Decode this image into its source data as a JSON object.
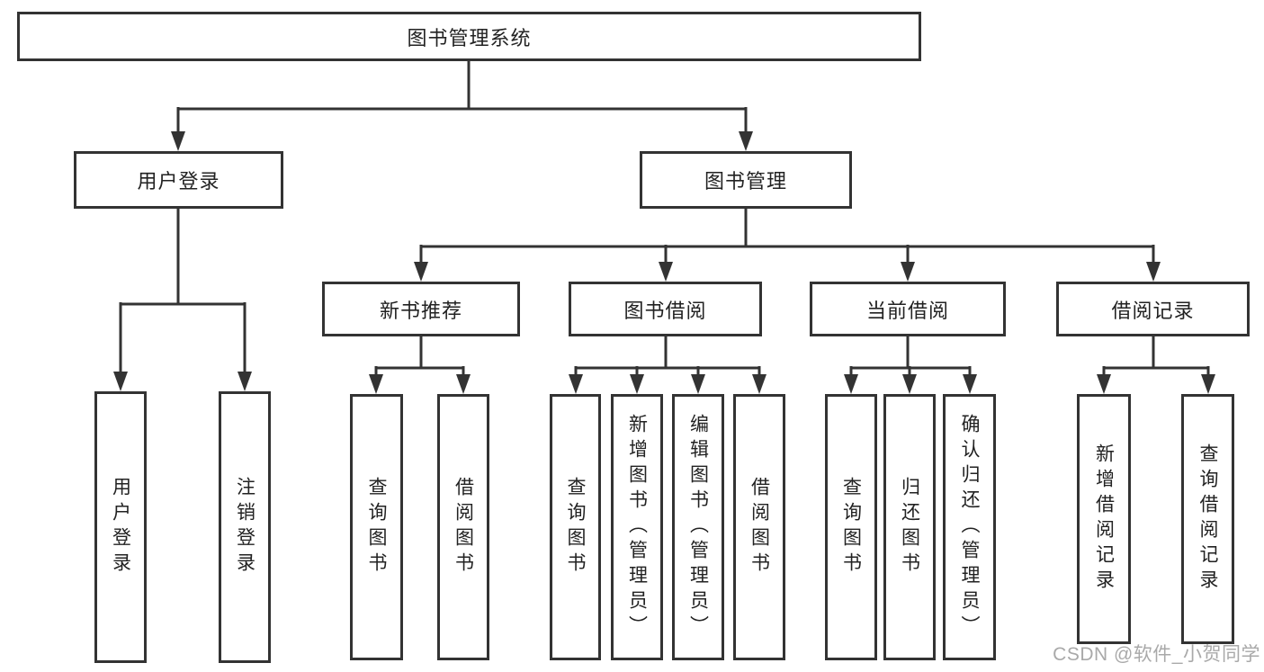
{
  "diagram": {
    "type": "tree",
    "root": {
      "label": "图书管理系统",
      "children": [
        {
          "label": "用户登录",
          "children": [
            {
              "label": "用户登录"
            },
            {
              "label": "注销登录"
            }
          ]
        },
        {
          "label": "图书管理",
          "children": [
            {
              "label": "新书推荐",
              "children": [
                {
                  "label": "查询图书"
                },
                {
                  "label": "借阅图书"
                }
              ]
            },
            {
              "label": "图书借阅",
              "children": [
                {
                  "label": "查询图书"
                },
                {
                  "label": "新增图书（管理员）"
                },
                {
                  "label": "编辑图书（管理员）"
                },
                {
                  "label": "借阅图书"
                }
              ]
            },
            {
              "label": "当前借阅",
              "children": [
                {
                  "label": "查询图书"
                },
                {
                  "label": "归还图书"
                },
                {
                  "label": "确认归还（管理员）"
                }
              ]
            },
            {
              "label": "借阅记录",
              "children": [
                {
                  "label": "新增借阅记录"
                },
                {
                  "label": "查询借阅记录"
                }
              ]
            }
          ]
        }
      ]
    }
  },
  "watermark": {
    "text": "CSDN @软件_小贺同学"
  },
  "colors": {
    "line": "#333333",
    "box_border": "#333333",
    "box_fill": "#ffffff",
    "text": "#222222",
    "watermark": "#a9a9a9",
    "background": "#ffffff"
  }
}
